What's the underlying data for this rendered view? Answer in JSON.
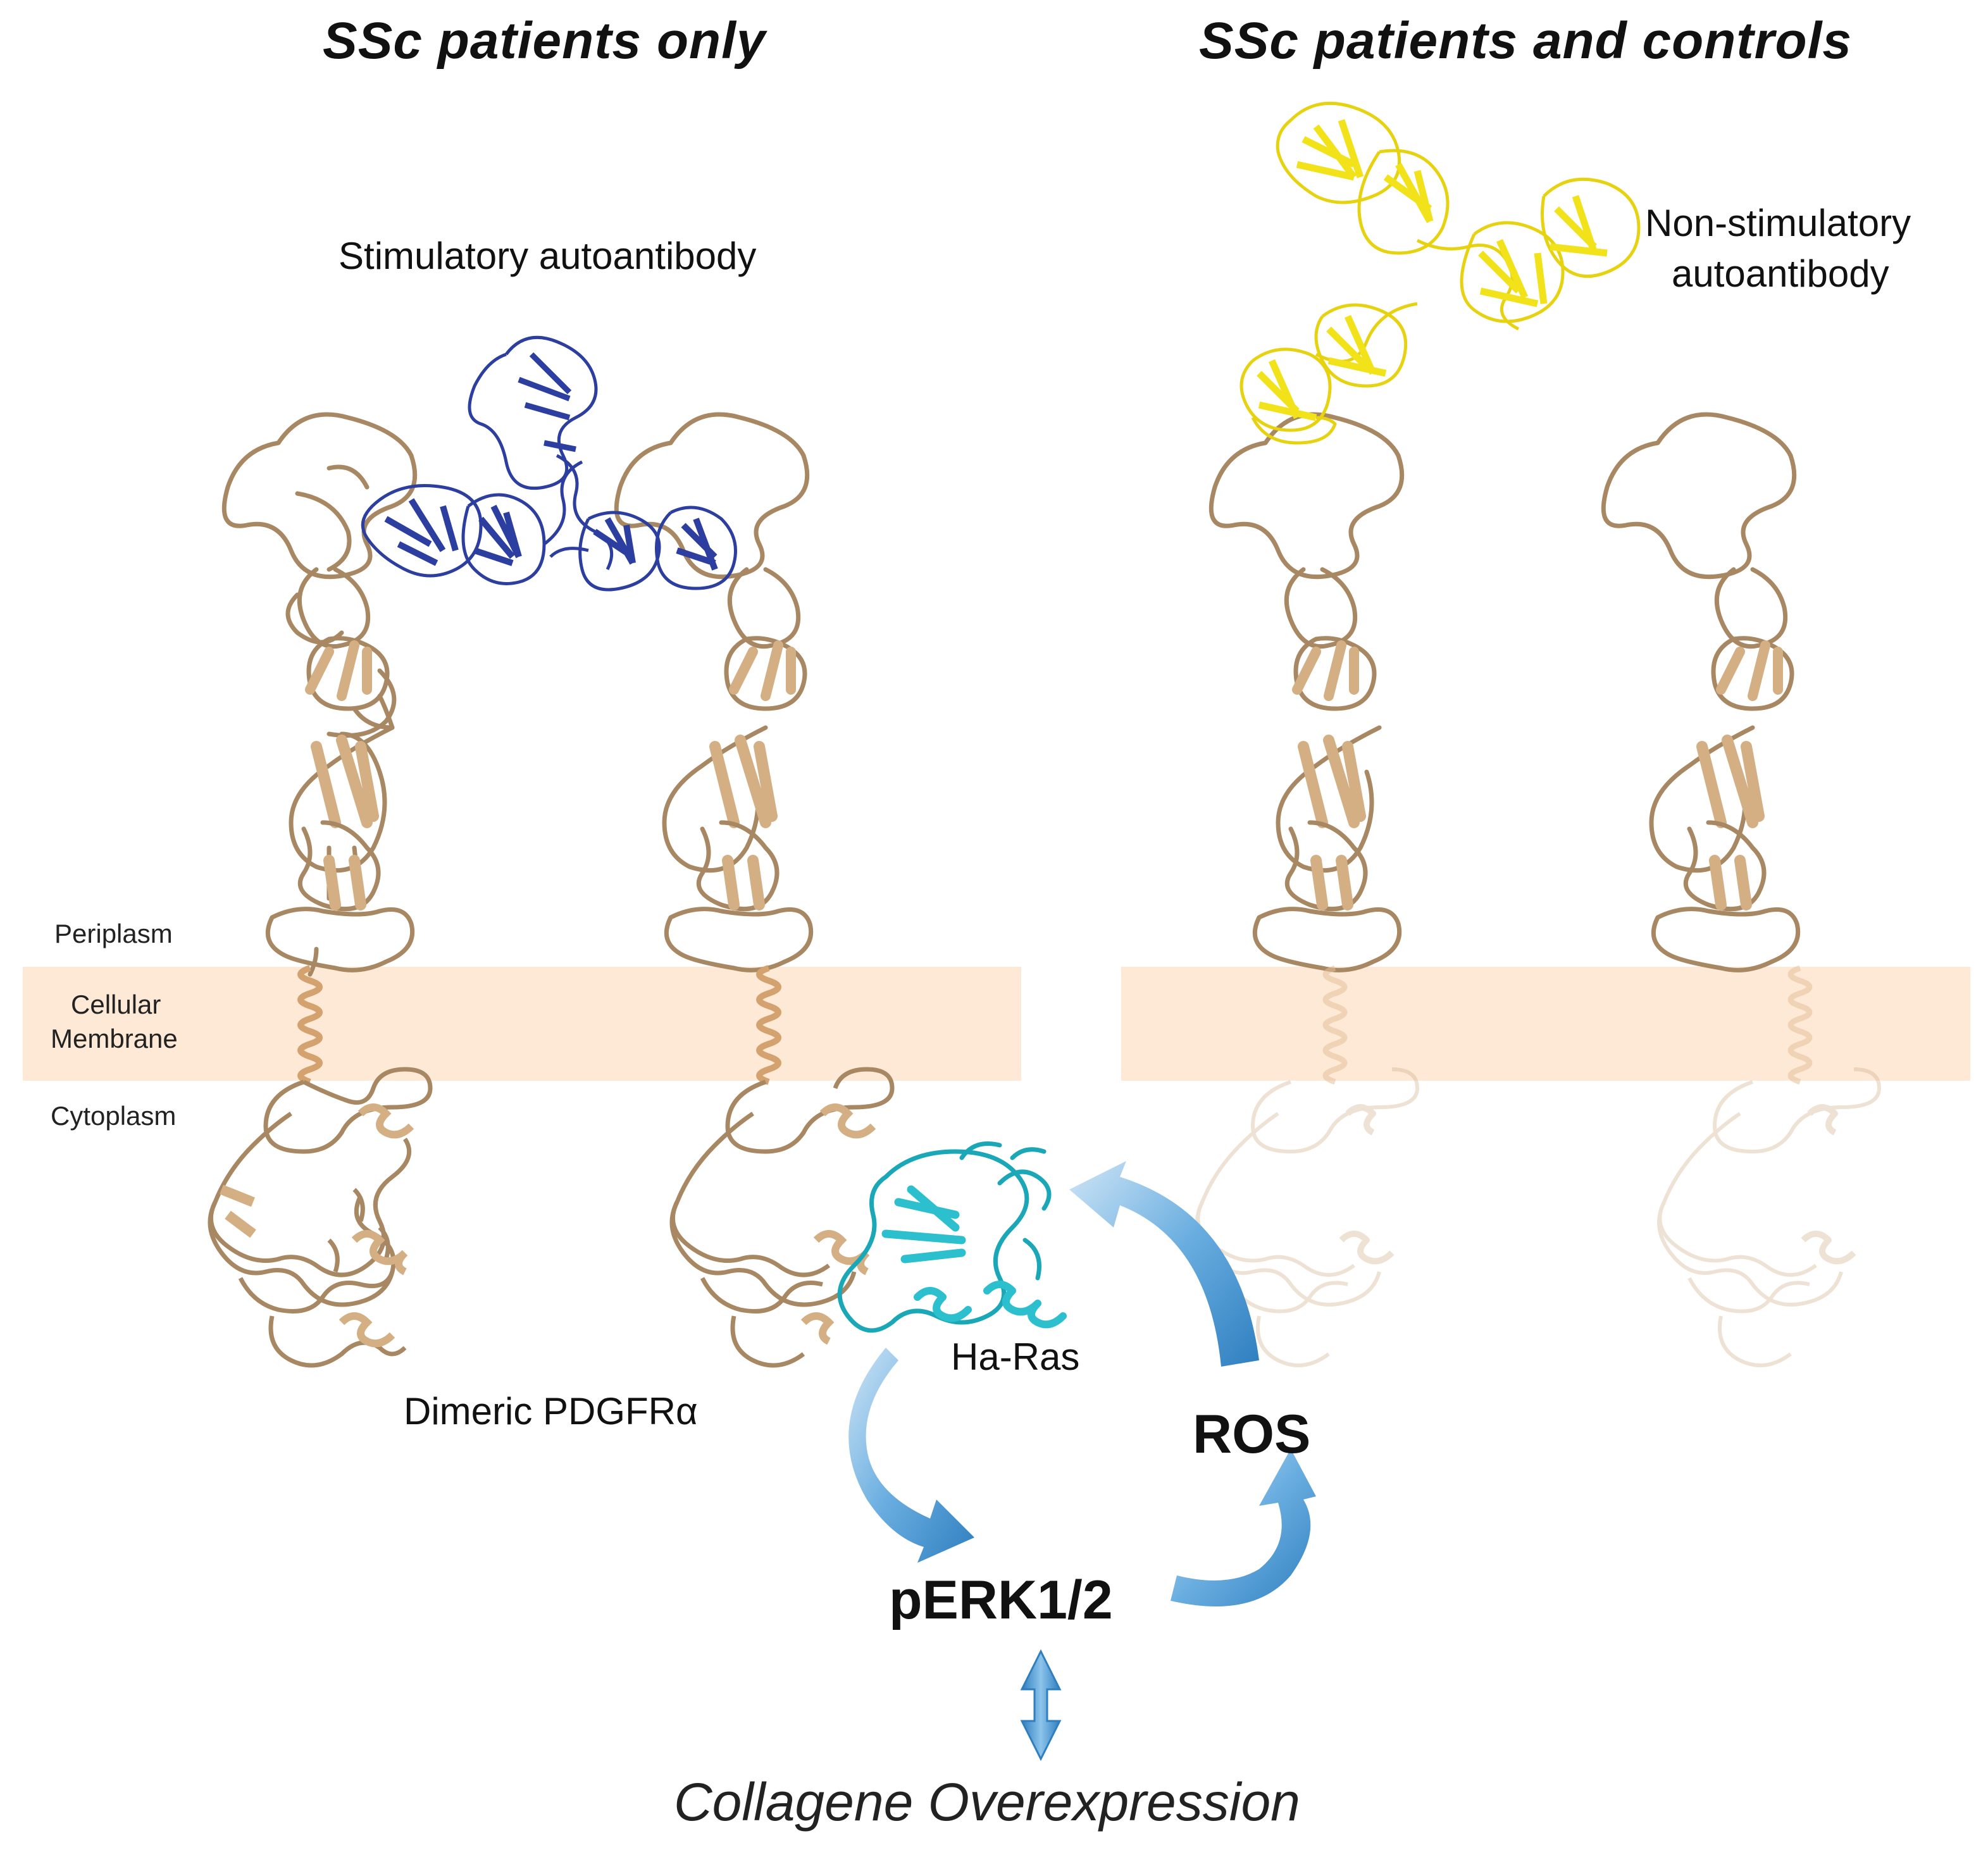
{
  "titles": {
    "left": "SSc patients only",
    "right": "SSc patients and controls"
  },
  "labels": {
    "stimulatory": "Stimulatory autoantibody",
    "non_stimulatory_line1": "Non-stimulatory",
    "non_stimulatory_line2": "autoantibody",
    "periplasm": "Periplasm",
    "membrane_line1": "Cellular",
    "membrane_line2": "Membrane",
    "cytoplasm": "Cytoplasm",
    "dimeric": "Dimeric PDGFRα",
    "ha_ras": "Ha-Ras",
    "ros": "ROS",
    "perk": "pERK1/2",
    "collagene": "Collagene Overexpression"
  },
  "colors": {
    "receptor": "#c8a57c",
    "receptor_dark": "#9b7f5e",
    "membrane": "#fde9d6",
    "stim_antibody": "#2c3fa0",
    "nonstim_antibody": "#f2e21a",
    "ha_ras": "#1fb3c4",
    "arrow": "#4a93cf"
  }
}
